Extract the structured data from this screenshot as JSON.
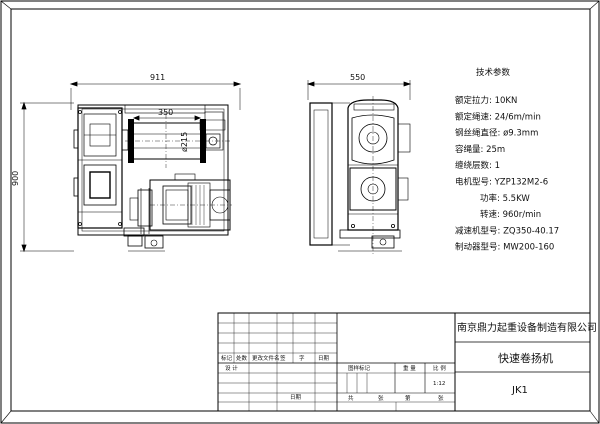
{
  "drawing": {
    "overall_width_label": "911",
    "overall_height_label": "900",
    "drum_length_label": "350",
    "drum_diameter_label": "ø215",
    "side_width_label": "550"
  },
  "specs": {
    "title": "技术参数",
    "items": [
      {
        "text": "额定拉力: 10KN"
      },
      {
        "text": "额定绳速: 24/6m/min"
      },
      {
        "text": "钢丝绳直径: ø9.3mm"
      },
      {
        "text": "容绳量: 25m"
      },
      {
        "text": "缠绕层数: 1"
      },
      {
        "text": "电机型号: YZP132M2-6"
      },
      {
        "text": "功率: 5.5KW"
      },
      {
        "text": "转速: 960r/min"
      },
      {
        "text": "减速机型号: ZQ350-40.17"
      },
      {
        "text": "制动器型号: MW200-160"
      }
    ]
  },
  "title_block": {
    "company": "南京鼎力起重设备制造有限公司",
    "product": "快速卷扬机",
    "code": "JK1",
    "rev_headers": [
      "标记",
      "处数",
      "更改文件名",
      "签",
      "字",
      "日期"
    ],
    "design": "设 计",
    "date": "日期",
    "stage": "图样标记",
    "weight": "重 量",
    "scale": "比 例",
    "scale_value": "1:12",
    "total": "共",
    "sheets": "张",
    "sheet_no": "第",
    "sheets2": "张"
  }
}
